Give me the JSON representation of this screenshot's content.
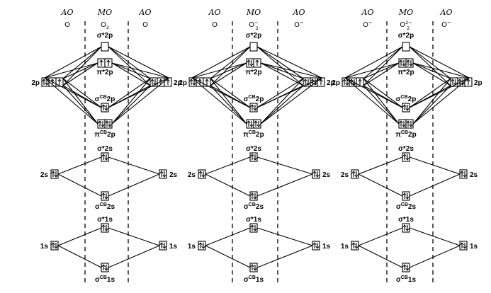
{
  "headers": {
    "ao": "AO",
    "mo": "MO"
  },
  "panels": [
    {
      "left_species": "O",
      "left_charge": "",
      "mo_species": "O",
      "mo_sub": "2",
      "mo_sup": "",
      "right_species": "O",
      "right_charge": "",
      "electrons": {
        "ao2p_left": [
          2,
          1,
          1
        ],
        "ao2p_right": [
          2,
          1,
          1
        ],
        "sigma_star_2p": [
          0
        ],
        "pi_star_2p": [
          1,
          1
        ],
        "sigma_cb_2p": [
          2
        ],
        "pi_cb_2p": [
          2,
          2
        ],
        "ao2s_left": [
          2
        ],
        "ao2s_right": [
          2
        ],
        "sigma_star_2s": [
          2
        ],
        "sigma_cb_2s": [
          2
        ],
        "ao1s_left": [
          2
        ],
        "ao1s_right": [
          2
        ],
        "sigma_star_1s": [
          2
        ],
        "sigma_cb_1s": [
          2
        ]
      }
    },
    {
      "left_species": "O",
      "left_charge": "",
      "mo_species": "O",
      "mo_sub": "2",
      "mo_sup": "−",
      "right_species": "O",
      "right_charge": "−",
      "electrons": {
        "ao2p_left": [
          2,
          1,
          1
        ],
        "ao2p_right": [
          2,
          2,
          1
        ],
        "sigma_star_2p": [
          0
        ],
        "pi_star_2p": [
          2,
          1
        ],
        "sigma_cb_2p": [
          2
        ],
        "pi_cb_2p": [
          2,
          2
        ],
        "ao2s_left": [
          2
        ],
        "ao2s_right": [
          2
        ],
        "sigma_star_2s": [
          2
        ],
        "sigma_cb_2s": [
          2
        ],
        "ao1s_left": [
          2
        ],
        "ao1s_right": [
          2
        ],
        "sigma_star_1s": [
          2
        ],
        "sigma_cb_1s": [
          2
        ]
      }
    },
    {
      "left_species": "O",
      "left_charge": "−",
      "mo_species": "O",
      "mo_sub": "2",
      "mo_sup": "2−",
      "right_species": "O",
      "right_charge": "−",
      "electrons": {
        "ao2p_left": [
          2,
          2,
          1
        ],
        "ao2p_right": [
          2,
          2,
          1
        ],
        "sigma_star_2p": [
          0
        ],
        "pi_star_2p": [
          2,
          2
        ],
        "sigma_cb_2p": [
          2
        ],
        "pi_cb_2p": [
          2,
          2
        ],
        "ao2s_left": [
          2
        ],
        "ao2s_right": [
          2
        ],
        "sigma_star_2s": [
          2
        ],
        "sigma_cb_2s": [
          2
        ],
        "ao1s_left": [
          2
        ],
        "ao1s_right": [
          2
        ],
        "sigma_star_1s": [
          2
        ],
        "sigma_cb_1s": [
          2
        ]
      }
    }
  ],
  "labels": {
    "ao_2p": "2p",
    "ao_2s": "2s",
    "ao_1s": "1s",
    "sigma_star_2p": "σ*2p",
    "pi_star_2p": "π*2p",
    "sigma_cb_2p_main": "σ",
    "sigma_cb_2p_sup": "CB",
    "sigma_cb_2p_tail": "2p",
    "pi_cb_2p_main": "π",
    "pi_cb_2p_sup": "CB",
    "pi_cb_2p_tail": "2p",
    "sigma_star_2s": "σ*2s",
    "sigma_cb_2s_main": "σ",
    "sigma_cb_2s_sup": "CB",
    "sigma_cb_2s_tail": "2s",
    "sigma_star_1s": "σ*1s",
    "sigma_cb_1s_main": "σ",
    "sigma_cb_1s_sup": "CB",
    "sigma_cb_1s_tail": "1s"
  }
}
